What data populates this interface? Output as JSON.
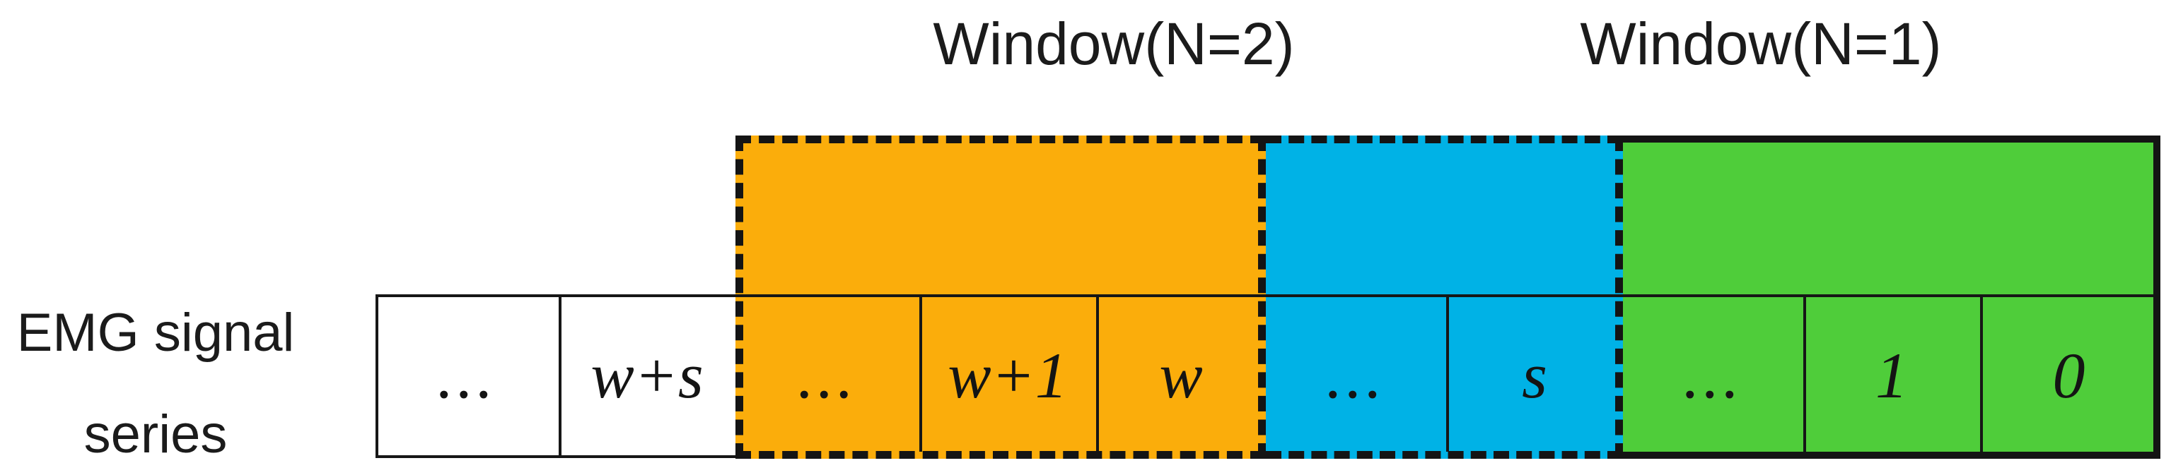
{
  "labels": {
    "window_n2": "Window(N=2)",
    "window_n1": "Window(N=1)",
    "series_line1": "EMG signal",
    "series_line2": "series"
  },
  "cells": {
    "white": [
      "...",
      "w+s"
    ],
    "orange": [
      "...",
      "w+1",
      "w"
    ],
    "blue": [
      "...",
      "s"
    ],
    "green": [
      "...",
      "1",
      "0"
    ]
  },
  "colors": {
    "window2_orange": "#fbad0b",
    "window_overlap_blue": "#00b2e6",
    "window1_green": "#4fcd3a",
    "border_black": "#141414",
    "background": "#ffffff"
  }
}
